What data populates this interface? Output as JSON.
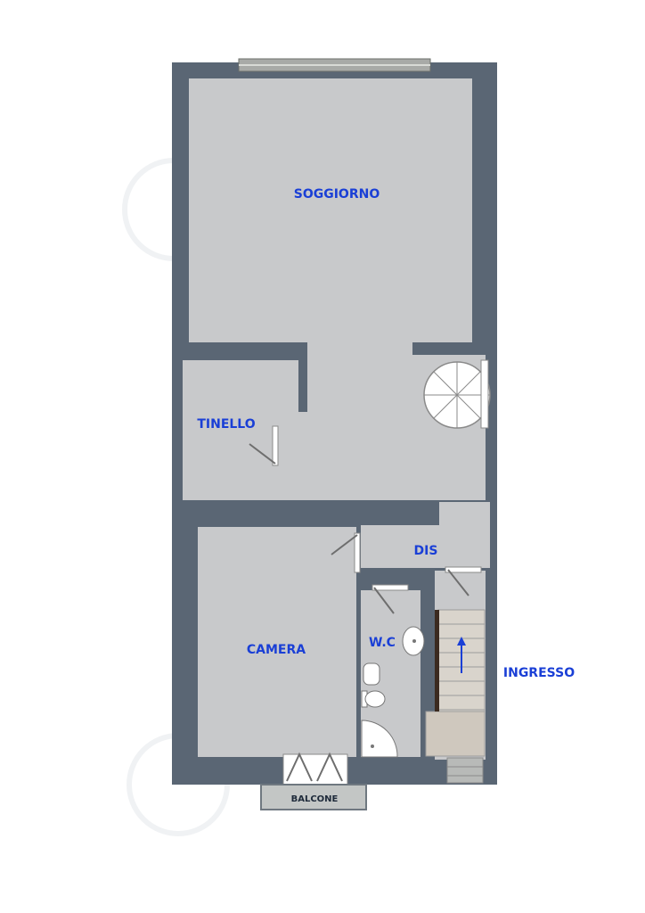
{
  "rooms": {
    "soggiorno": "SOGGIORNO",
    "tinello": "TINELLO",
    "dis": "DIS",
    "camera": "CAMERA",
    "wc": "W.C",
    "ingresso": "INGRESSO",
    "balcone": "BALCONE"
  },
  "colors": {
    "label": "#1a3fd6",
    "wall": "#5a6674",
    "floor": "#c8c9cb",
    "arrow": "#1a3fd6"
  },
  "icons": [
    "spiral-staircase-icon",
    "straight-staircase-icon",
    "sink-icon",
    "bidet-icon",
    "toilet-icon",
    "shower-icon",
    "door-icon",
    "window-icon",
    "up-arrow-icon"
  ]
}
